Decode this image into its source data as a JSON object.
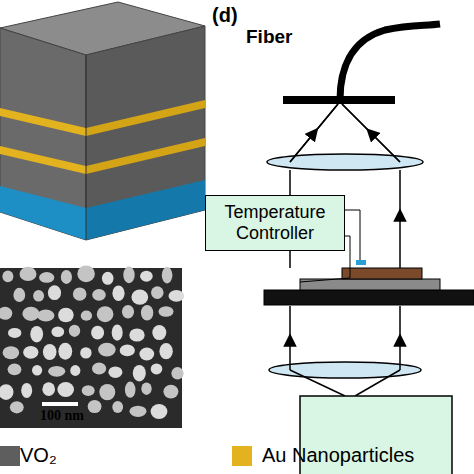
{
  "diagram": {
    "nodes": [
      {
        "text": [
          "Temperature Controller"
        ]
      }
    ],
    "labels": [
      "(d)",
      "Fiber",
      "100 nm"
    ],
    "legend": [
      {
        "text": "VO₂",
        "color": "#5e5e5e"
      },
      {
        "text": "Au Nanoparticles",
        "color": "#e3b21f"
      }
    ]
  }
}
